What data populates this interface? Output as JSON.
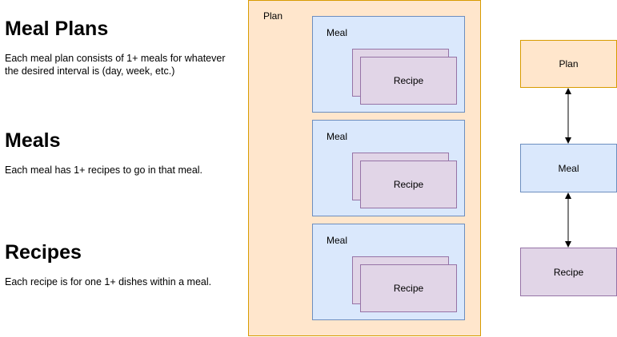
{
  "sections": [
    {
      "title": "Meal Plans",
      "description": "Each meal plan consists of 1+ meals for whatever the desired interval is (day, week, etc.)"
    },
    {
      "title": "Meals",
      "description": "Each meal has 1+ recipes to go in that meal."
    },
    {
      "title": "Recipes",
      "description": "Each recipe is for one 1+ dishes within a meal."
    }
  ],
  "diagram": {
    "plan_label": "Plan",
    "meals": [
      {
        "label": "Meal",
        "recipe_label": "Recipe"
      },
      {
        "label": "Meal",
        "recipe_label": "Recipe"
      },
      {
        "label": "Meal",
        "recipe_label": "Recipe"
      }
    ]
  },
  "hierarchy": {
    "plan": "Plan",
    "meal": "Meal",
    "recipe": "Recipe"
  },
  "colors": {
    "plan_fill": "#ffe6cc",
    "plan_stroke": "#d79b00",
    "meal_fill": "#dae8fc",
    "meal_stroke": "#6c8ebf",
    "recipe_fill": "#e1d5e7",
    "recipe_stroke": "#9673a6"
  }
}
